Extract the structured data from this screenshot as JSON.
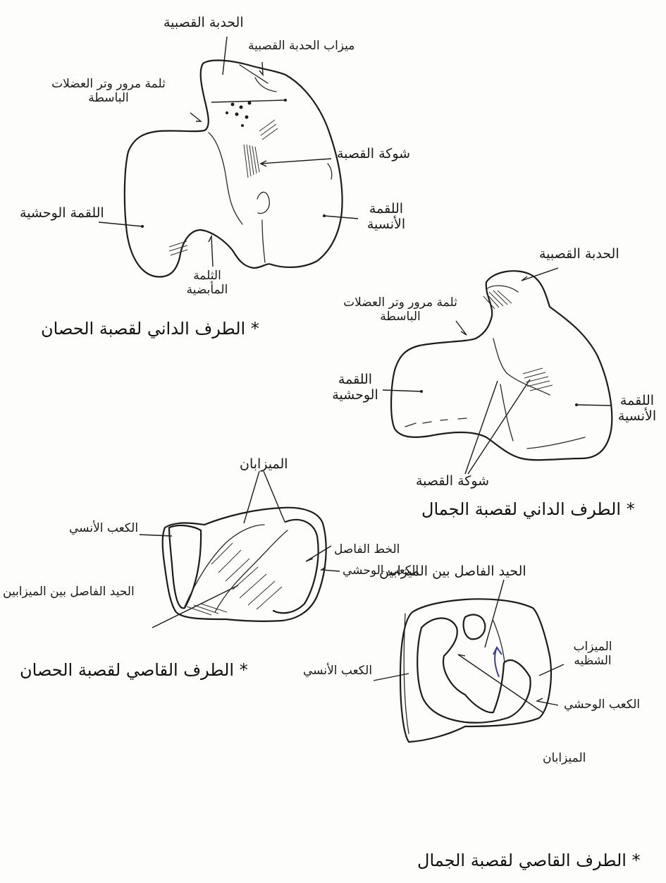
{
  "fig1": {
    "caption": "* الطرف الداني لقصبة الحصان",
    "labels": {
      "tuberosity": "الحدبة القصبية",
      "tuberosity_groove": "ميزاب الحدبة القصبية",
      "extensor_notch": "ثلمة مرور وتر العضلات الباسطة",
      "tibial_spine": "شوكة القصبة",
      "lateral_condyle": "اللقمة الوحشية",
      "medial_condyle": "اللقمة الأنسية",
      "popliteal_notch": "الثلمة المأبضية"
    }
  },
  "fig2": {
    "caption": "* الطرف الداني لقصبة الجمال",
    "labels": {
      "tuberosity": "الحدبة القصبية",
      "extensor_notch": "ثلمة مرور وتر العضلات الباسطة",
      "lateral_condyle": "اللقمة الوحشية",
      "medial_condyle": "اللقمة الأنسية",
      "tibial_spine": "شوكة القصبة"
    }
  },
  "fig3": {
    "caption": "* الطرف القاصي لقصبة الحصان",
    "labels": {
      "grooves": "الميزابان",
      "medial_malleolus": "الكعب الأنسي",
      "separating_line": "الخط الفاصل",
      "lateral_malleolus": "الكعب الوحشي",
      "ridge_between_grooves": "الحيد الفاصل بين الميزابين"
    }
  },
  "fig4": {
    "caption": "* الطرف القاصي لقصبة الجمال",
    "labels": {
      "ridge_between_grooves": "الحيد الفاصل بين الميزابين",
      "sagittal_groove": "الميزاب الشظيه",
      "medial_malleolus": "الكعب الأنسي",
      "lateral_malleolus": "الكعب الوحشي",
      "grooves": "الميزابان"
    }
  }
}
